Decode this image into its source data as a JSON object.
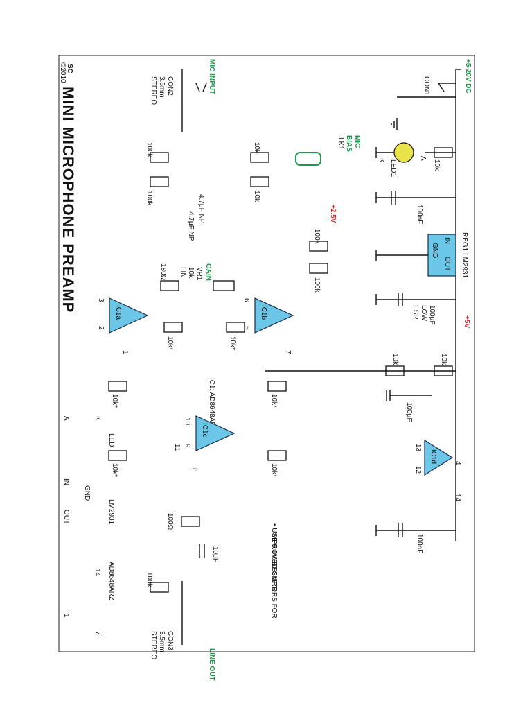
{
  "title": "MINI MICROPHONE PREAMP",
  "publisher": {
    "logo": "SC",
    "year": "©2010"
  },
  "supply": {
    "input": "+5-20V DC",
    "rail5": "+5V",
    "rail25": "+2.5V"
  },
  "connectors": {
    "con1": "CON1",
    "con2": [
      "MIC INPUT",
      "CON2",
      "3.5mm",
      "STEREO"
    ],
    "con3": [
      "LINE OUT",
      "CON3",
      "3.5mm",
      "STEREO"
    ]
  },
  "bias": [
    "MIC",
    "BIAS",
    "LK1"
  ],
  "gain": [
    "GAIN",
    "VR1",
    "10k",
    "LIN"
  ],
  "reg": {
    "name": "REG1 LM2931",
    "in": "IN",
    "out": "OUT",
    "gnd": "GND"
  },
  "ic": {
    "label": "IC1: AD8648ARZ",
    "a": "IC1a",
    "b": "IC1b",
    "c": "IC1c",
    "d": "IC1d"
  },
  "pins": [
    "3",
    "2",
    "1",
    "6",
    "5",
    "7",
    "10",
    "9",
    "8",
    "11",
    "13",
    "12",
    "4",
    "14"
  ],
  "values": {
    "r10k": "10k",
    "r100k": "100k",
    "r10ks": "10k*",
    "r180": "180Ω",
    "r100": "100Ω",
    "c47": "4.7μF NP",
    "c100n": "100nF",
    "c100u": "100μF",
    "c100u_low": [
      "100μF",
      "LOW",
      "ESR"
    ],
    "c10u": "10μF",
    "led": "LED1",
    "a": "A",
    "k": "K"
  },
  "note": [
    "• USE 0.1% RESISTORS FOR",
    "IMPROVED CMRR"
  ],
  "parts": {
    "led": {
      "name": "LED",
      "k": "K",
      "a": "A"
    },
    "reg": {
      "name": "LM2931",
      "gnd": "GND",
      "in": "IN",
      "out": "OUT"
    },
    "ic": {
      "name": "AD8648ARZ",
      "p14": "14",
      "p1": "1",
      "p7": "7"
    }
  }
}
